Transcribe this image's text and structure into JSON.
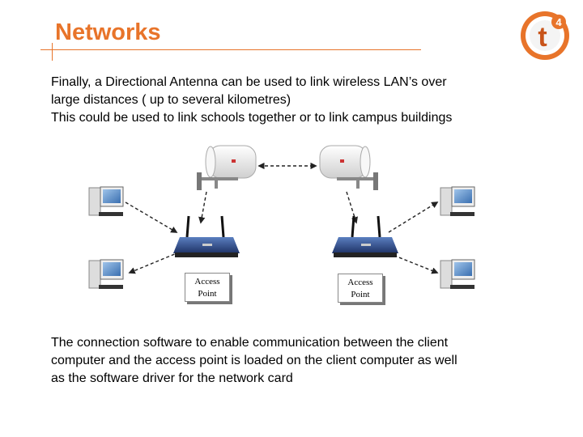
{
  "slide": {
    "title": "Networks",
    "logo": {
      "glyph": "t",
      "superscript": "4",
      "ring_color": "#e8742a",
      "inner_color": "#c8541a"
    },
    "intro_lines": [
      "Finally, a Directional Antenna can be used to link wireless LAN’s over",
      "large distances ( up to  several kilometres)",
      "This could be used to link schools together or to link campus buildings"
    ],
    "outro_lines": [
      "The connection software to enable communication between the client",
      "computer and the access point is loaded on the client computer as well",
      "as the software driver for the network card"
    ]
  },
  "diagram": {
    "left_label": {
      "line1": "Access",
      "line2": "Point"
    },
    "right_label": {
      "line1": "Access",
      "line2": "Point"
    }
  },
  "colors": {
    "accent": "#e8742a"
  }
}
